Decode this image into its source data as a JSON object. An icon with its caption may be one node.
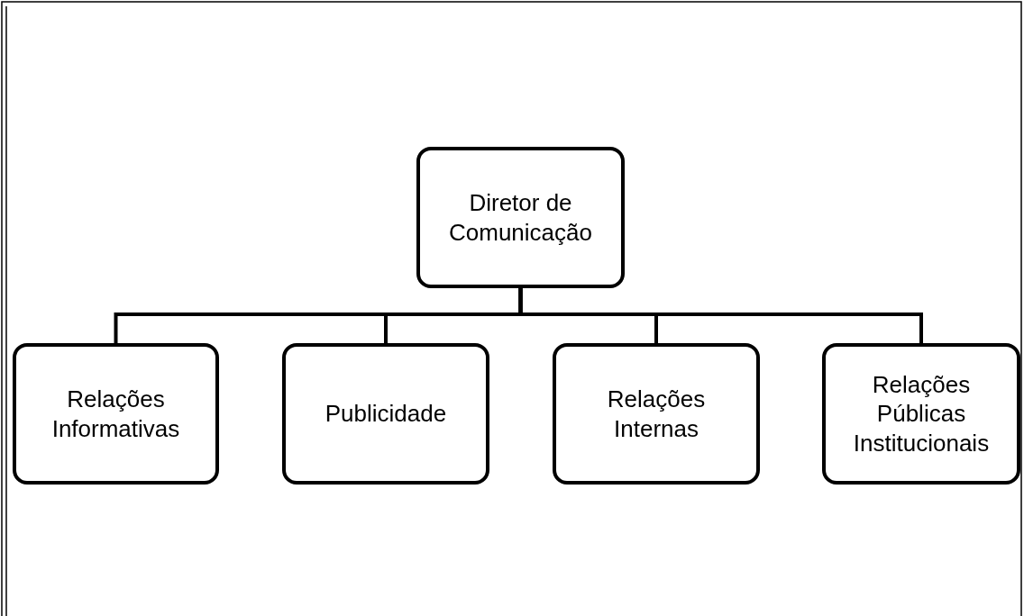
{
  "diagram": {
    "nodes": [
      {
        "text": [
          "Diretor de Comunicação"
        ]
      },
      {
        "text": [
          "Relações Informativas"
        ]
      },
      {
        "text": [
          "Publicidade"
        ]
      },
      {
        "text": [
          "Relações Internas"
        ]
      },
      {
        "text": [
          "Relações Públicas Institucionais"
        ]
      }
    ],
    "edges": [
      {
        "from": 0,
        "to": 1,
        "arrow": "none"
      },
      {
        "from": 0,
        "to": 2,
        "arrow": "none"
      },
      {
        "from": 0,
        "to": 3,
        "arrow": "none"
      },
      {
        "from": 0,
        "to": 4,
        "arrow": "none"
      }
    ]
  }
}
